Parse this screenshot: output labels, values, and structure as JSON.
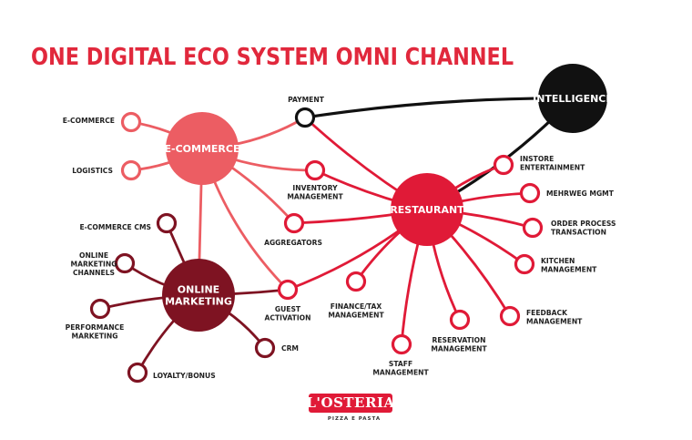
{
  "title": "ONE DIGITAL ECO SYSTEM OMNI CHANNEL",
  "colors": {
    "ecommerce": "#ec5d63",
    "marketing": "#7e1322",
    "restaurant": "#e01a37",
    "intelligence": "#111111",
    "payment": "#111111"
  },
  "hubs": {
    "ecommerce": "E-COMMERCE",
    "marketing": [
      "ONLINE",
      "MARKETING"
    ],
    "restaurant": "RESTAURANT",
    "intelligence": "INTELLIGENCE"
  },
  "nodes": {
    "payment": [
      "PAYMENT"
    ],
    "ecommerce_leaf": [
      "E-COMMERCE"
    ],
    "logistics": [
      "LOGISTICS"
    ],
    "inventory": [
      "INVENTORY",
      "MANAGEMENT"
    ],
    "aggregators": [
      "AGGREGATORS"
    ],
    "ecommerce_cms": [
      "E-COMMERCE CMS"
    ],
    "online_marketing_channels": [
      "ONLINE",
      "MARKETING",
      "CHANNELS"
    ],
    "performance_marketing": [
      "PERFORMANCE",
      "MARKETING"
    ],
    "loyalty": [
      "LOYALTY/BONUS"
    ],
    "crm": [
      "CRM"
    ],
    "guest_activation": [
      "GUEST",
      "ACTIVATION"
    ],
    "finance": [
      "FINANCE/TAX",
      "MANAGEMENT"
    ],
    "staff": [
      "STAFF",
      "MANAGEMENT"
    ],
    "reservation": [
      "RESERVATION",
      "MANAGEMENT"
    ],
    "feedback": [
      "FEEDBACK",
      "MANAGEMENT"
    ],
    "kitchen": [
      "KITCHEN",
      "MANAGEMENT"
    ],
    "order_process": [
      "ORDER PROCESS",
      "TRANSACTION"
    ],
    "mehrweg": [
      "MEHRWEG MGMT"
    ],
    "instore": [
      "INSTORE",
      "ENTERTAINMENT"
    ]
  },
  "logo": {
    "brand": "L'OSTERIA",
    "tagline": "PIZZA E PASTA"
  }
}
